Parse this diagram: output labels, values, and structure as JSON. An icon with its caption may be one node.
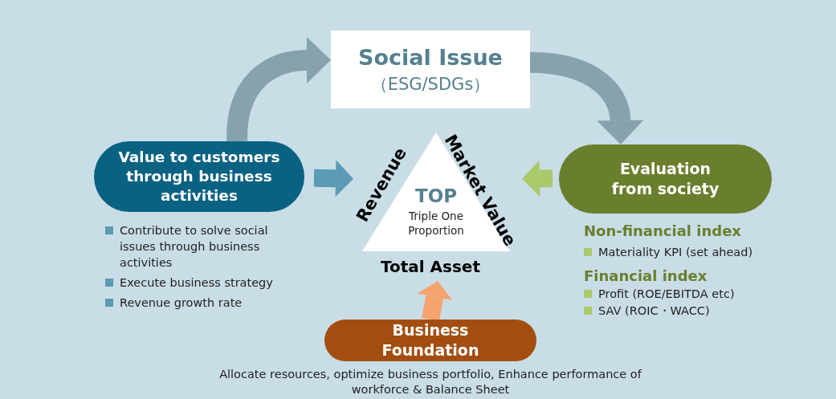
{
  "diagram": {
    "nodes": [
      {
        "text": [
          "Social Issue",
          "（ESG/SDGs）"
        ]
      },
      {
        "text": [
          "Value to customers through business activities"
        ],
        "beside": [
          "Contribute to solve social issues through business activities",
          "Execute business strategy",
          "Revenue growth rate"
        ]
      },
      {
        "text": [
          "TOP",
          "Triple One Proportion"
        ],
        "beside": [
          "Revenue",
          "Market Value",
          "Total Asset"
        ]
      },
      {
        "text": [
          "Evaluation from society"
        ],
        "beside": [
          "Non-financial index",
          "Materiality KPI (set ahead)",
          "Financial index",
          "Profit (ROE/EBITDA etc)",
          "SAV (ROIC・WACC)"
        ]
      },
      {
        "text": [
          "Business Foundation"
        ],
        "beside": [
          "Allocate resources, optimize business portfolio, Enhance performance of workforce & Balance Sheet"
        ]
      }
    ],
    "edges": [
      {
        "from": 1,
        "to": 0,
        "arrow": "to",
        "color": "#86a3ad"
      },
      {
        "from": 0,
        "to": 3,
        "arrow": "to",
        "color": "#86a3ad"
      },
      {
        "from": 1,
        "to": 2,
        "arrow": "to",
        "color": "#5b9bb5"
      },
      {
        "from": 3,
        "to": 2,
        "arrow": "to",
        "color": "#a9c96a"
      },
      {
        "from": 4,
        "to": 2,
        "arrow": "to",
        "color": "#f4a46c"
      }
    ]
  }
}
